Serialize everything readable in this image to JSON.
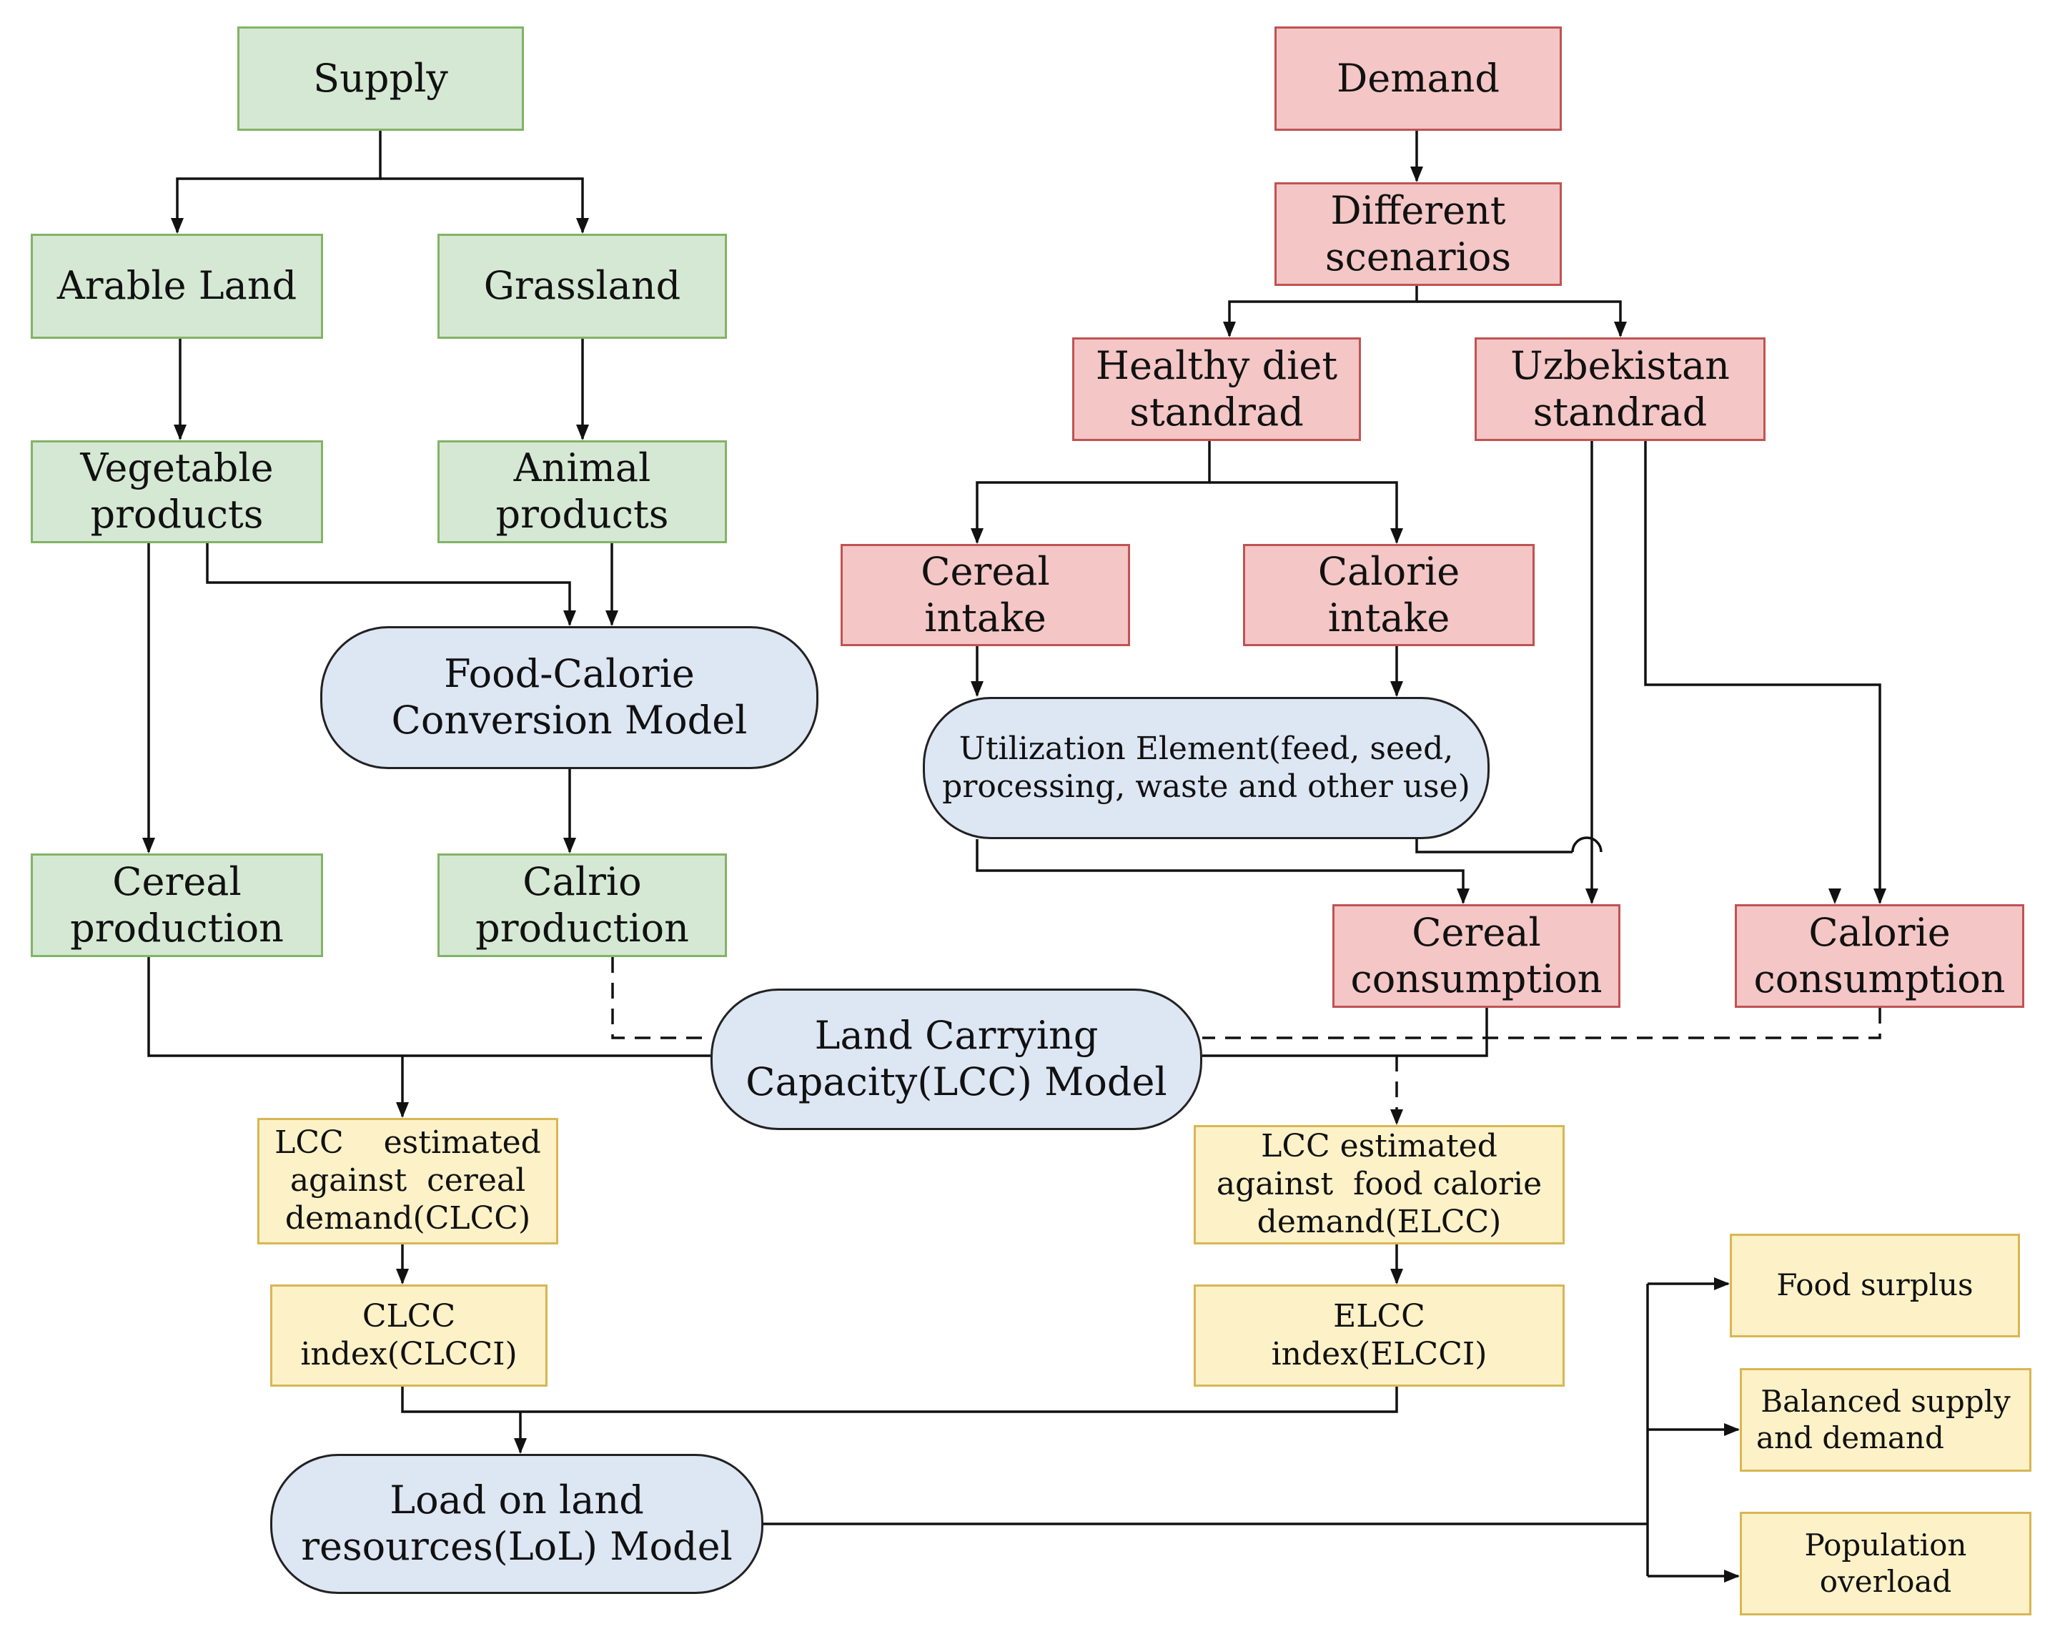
{
  "supply_side": {
    "supply": "Supply",
    "arable_land": "Arable Land",
    "grassland": "Grassland",
    "vegetable_products": [
      "Vegetable",
      "products"
    ],
    "animal_products": [
      "Animal",
      "products"
    ],
    "food_calorie_model": [
      "Food-Calorie",
      "Conversion Model"
    ],
    "cereal_production": [
      "Cereal",
      "production"
    ],
    "calrio_production": [
      "Calrio",
      "production"
    ]
  },
  "demand_side": {
    "demand": "Demand",
    "different_scenarios": [
      "Different",
      "scenarios"
    ],
    "healthy_diet": [
      "Healthy diet",
      "standrad"
    ],
    "uzbekistan": [
      "Uzbekistan",
      "standrad"
    ],
    "cereal_intake": [
      "Cereal",
      "intake"
    ],
    "calorie_intake": [
      "Calorie",
      "intake"
    ],
    "utilization_element": [
      "Utilization Element(feed, seed,",
      "processing, waste and other use)"
    ],
    "cereal_consumption": [
      "Cereal",
      "consumption"
    ],
    "calorie_consumption": [
      "Calorie",
      "consumption"
    ]
  },
  "models": {
    "lcc_model": [
      "Land Carrying",
      "Capacity(LCC) Model"
    ],
    "lol_model": [
      "Load on land",
      "resources(LoL) Model"
    ]
  },
  "estimates": {
    "clcc": [
      "LCC    estimated",
      "against  cereal",
      "demand(CLCC)"
    ],
    "elcc": [
      "LCC estimated",
      "against  food calorie",
      "demand(ELCC)"
    ],
    "clcc_index": [
      "CLCC",
      "index(CLCCI)"
    ],
    "elcc_index": [
      "ELCC",
      "index(ELCCI)"
    ]
  },
  "outcomes": {
    "food_surplus": [
      "Food surplus"
    ],
    "balanced": [
      "Balanced supply",
      "and demand"
    ],
    "population_overload": [
      "Population",
      "overload"
    ]
  }
}
